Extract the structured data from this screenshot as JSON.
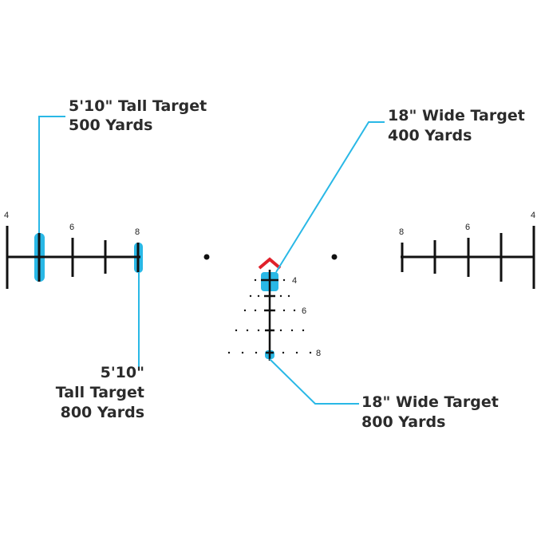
{
  "colors": {
    "reticle": "#111111",
    "highlight": "#29b8e6",
    "callout_line": "#29b8e6",
    "chevron": "#e0202a",
    "text": "#2b2b2b"
  },
  "annotations": {
    "tall_500": {
      "line1": "5'10\" Tall Target",
      "line2": "500 Yards"
    },
    "wide_400": {
      "line1": "18\" Wide Target",
      "line2": "400 Yards"
    },
    "tall_800": {
      "line1": "5'10\"",
      "line2": "Tall Target",
      "line3": "800 Yards"
    },
    "wide_800": {
      "line1": "18\" Wide Target",
      "line2": "800 Yards"
    }
  },
  "stadia_labels": {
    "left": [
      "4",
      "6",
      "8"
    ],
    "right": [
      "8",
      "6",
      "4"
    ],
    "center": [
      "4",
      "6",
      "8"
    ]
  }
}
